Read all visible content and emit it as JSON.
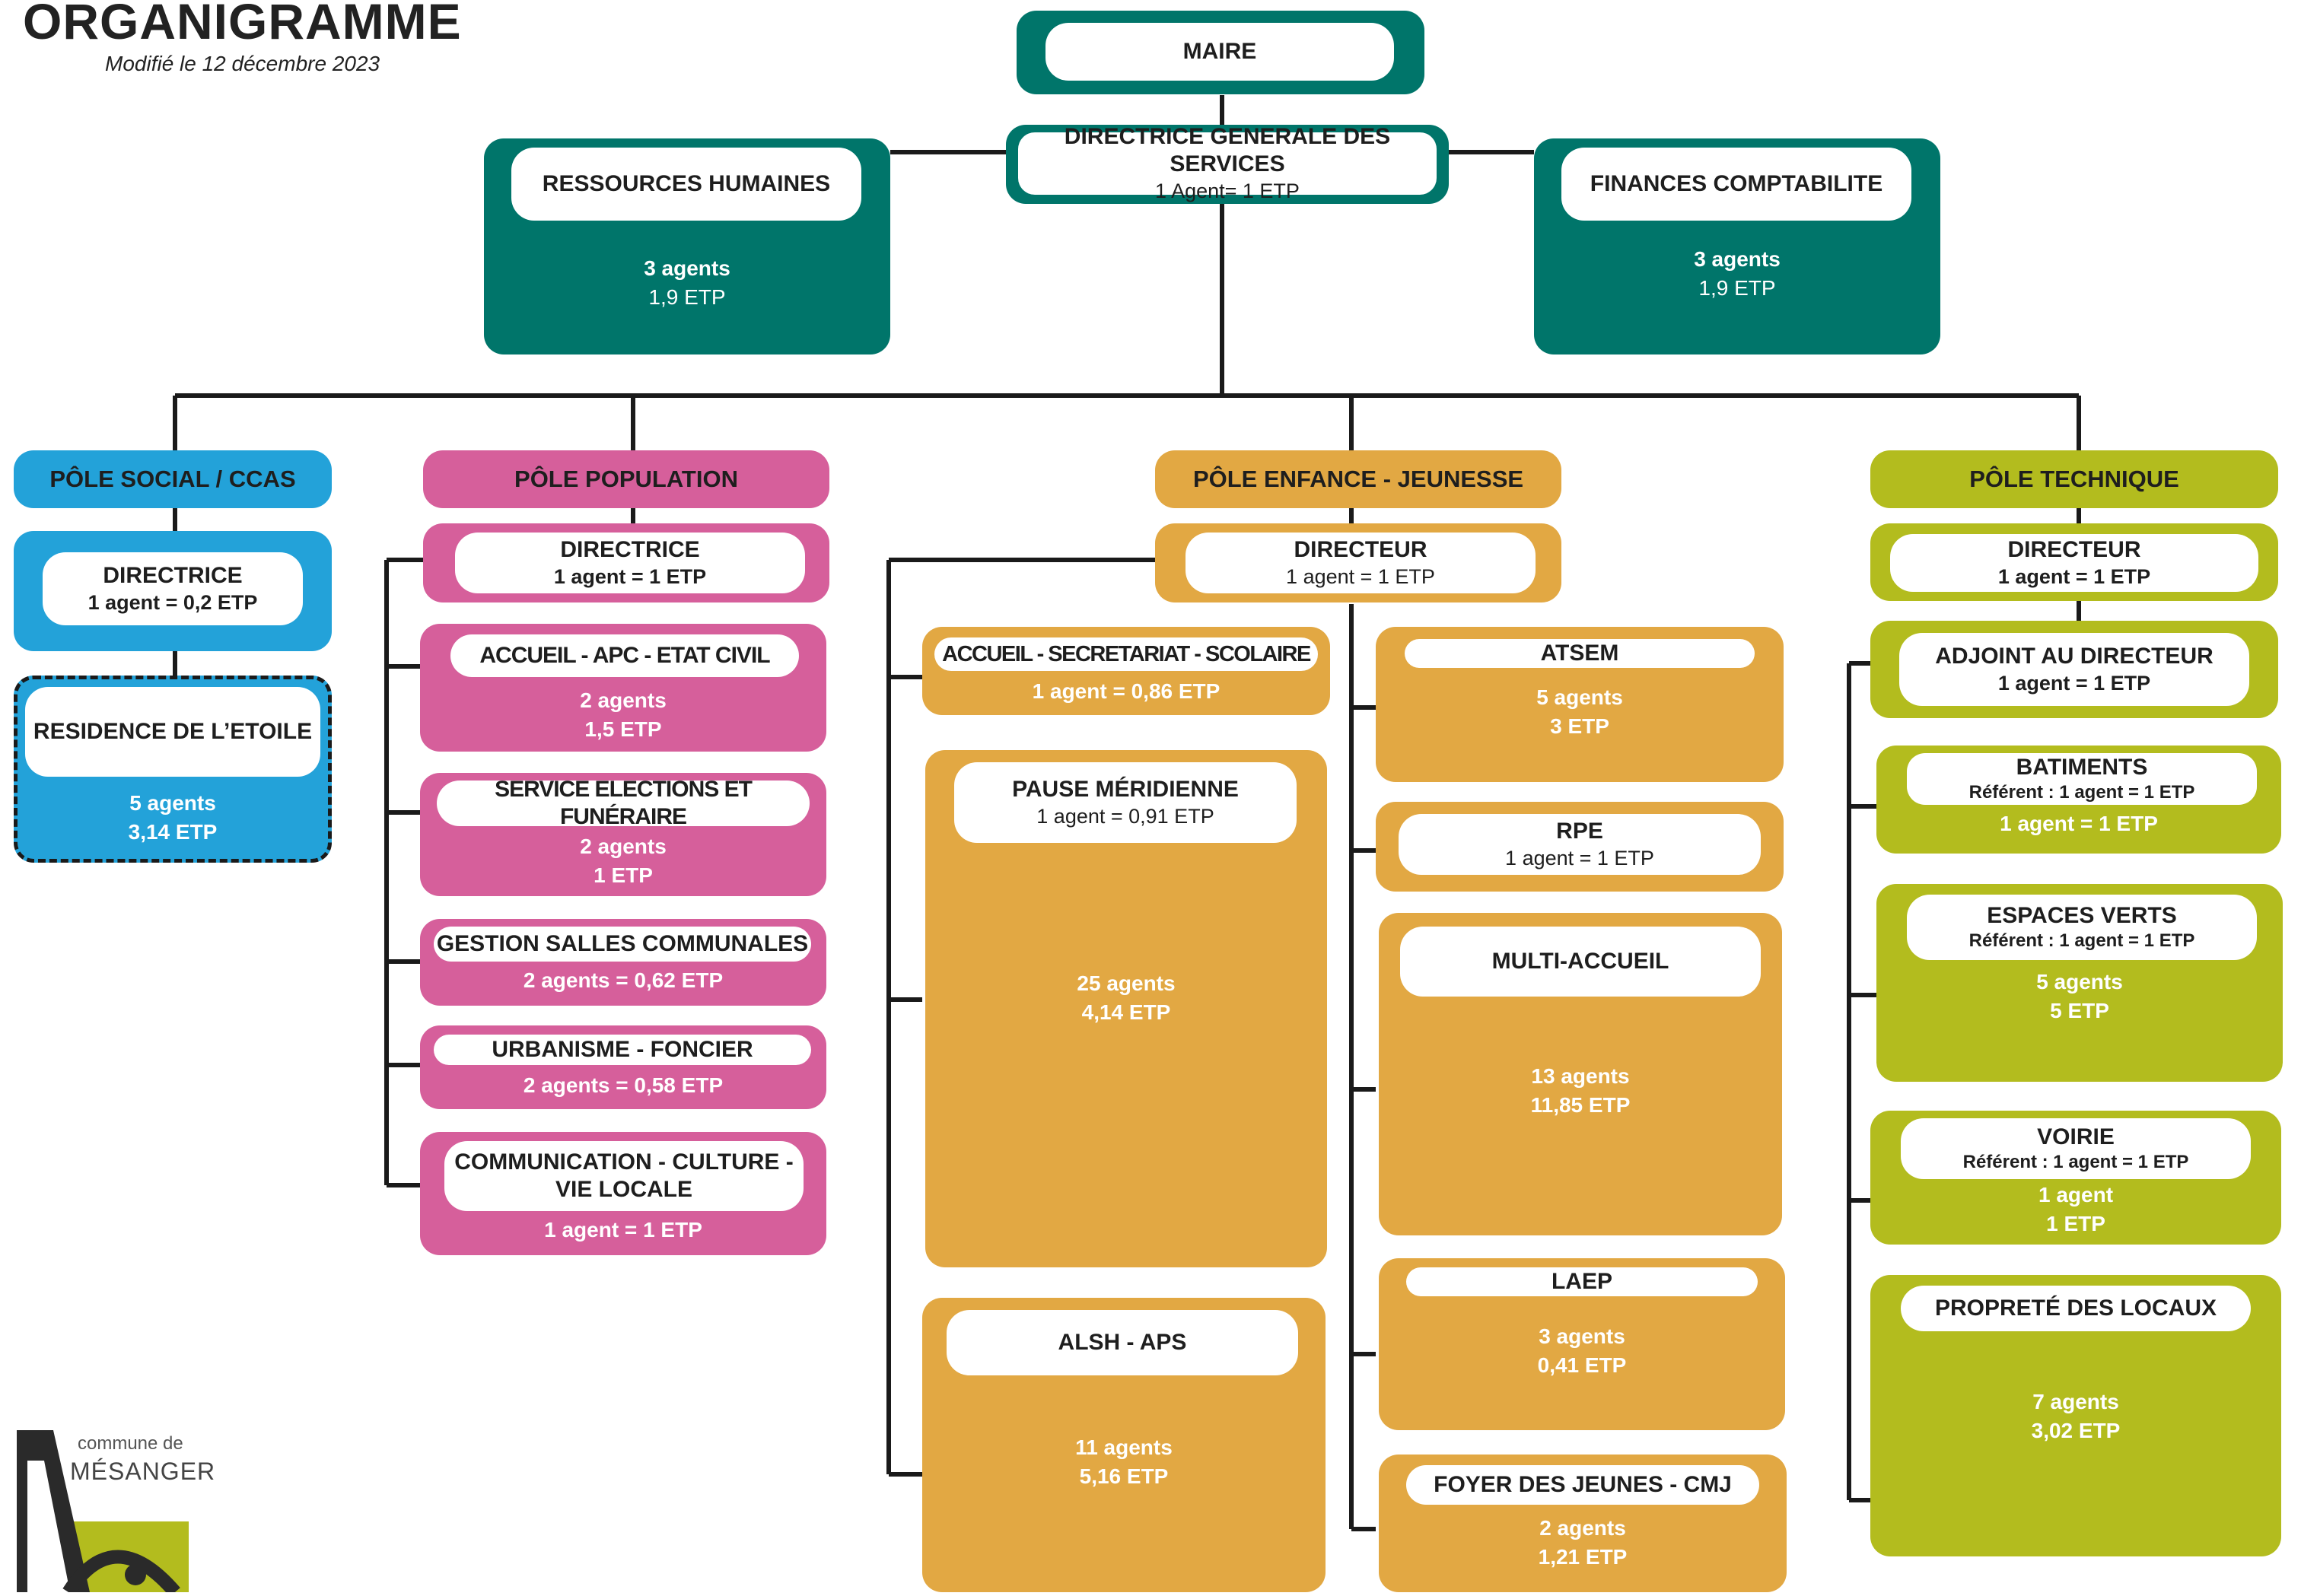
{
  "title": "ORGANIGRAMME",
  "subtitle": "Modifié le 12 décembre 2023",
  "colors": {
    "teal": "#00756a",
    "social": "#23a2d9",
    "population": "#d65f9b",
    "enfance": "#e2a843",
    "technique": "#b3bc1e"
  },
  "top": {
    "maire": "MAIRE",
    "dgs": {
      "title": "DIRECTRICE GENERALE DES SERVICES",
      "detail": "1 Agent= 1 ETP"
    },
    "rh": {
      "title": "RESSOURCES HUMAINES",
      "agents": "3 agents",
      "etp": "1,9 ETP"
    },
    "finances": {
      "title": "FINANCES COMPTABILITE",
      "agents": "3 agents",
      "etp": "1,9 ETP"
    }
  },
  "social": {
    "header": "PÔLE SOCIAL / CCAS",
    "directrice": {
      "title": "DIRECTRICE",
      "detail": "1 agent = 0,2 ETP"
    },
    "residence": {
      "title": "RESIDENCE DE L’ETOILE",
      "agents": "5 agents",
      "etp": "3,14 ETP"
    }
  },
  "population": {
    "header": "PÔLE POPULATION",
    "directrice": {
      "title": "DIRECTRICE",
      "detail": "1 agent = 1 ETP"
    },
    "units": [
      {
        "title": "ACCUEIL - APC - ETAT CIVIL",
        "agents": "2 agents",
        "etp": "1,5 ETP"
      },
      {
        "title": "SERVICE ELECTIONS ET FUNÉRAIRE",
        "agents": "2 agents",
        "etp": "1 ETP"
      },
      {
        "title": "GESTION SALLES COMMUNALES",
        "agents": "2 agents = 0,62 ETP"
      },
      {
        "title": "URBANISME - FONCIER",
        "agents": "2 agents = 0,58 ETP"
      },
      {
        "title": "COMMUNICATION - CULTURE - VIE LOCALE",
        "agents": "1 agent = 1 ETP"
      }
    ]
  },
  "enfance": {
    "header": "PÔLE ENFANCE - JEUNESSE",
    "directeur": {
      "title": "DIRECTEUR",
      "detail": "1 agent = 1 ETP"
    },
    "left": [
      {
        "title": "ACCUEIL - SECRETARIAT - SCOLAIRE",
        "agents": "1 agent = 0,86 ETP"
      },
      {
        "title": "PAUSE MÉRIDIENNE",
        "detail": "1 agent = 0,91 ETP",
        "agents": "25 agents",
        "etp": "4,14 ETP"
      },
      {
        "title": "ALSH - APS",
        "agents": "11 agents",
        "etp": "5,16 ETP"
      }
    ],
    "right": [
      {
        "title": "ATSEM",
        "agents": "5 agents",
        "etp": "3 ETP"
      },
      {
        "title": "RPE",
        "detail": "1 agent = 1 ETP"
      },
      {
        "title": "MULTI-ACCUEIL",
        "agents": "13 agents",
        "etp": "11,85 ETP"
      },
      {
        "title": "LAEP",
        "agents": "3 agents",
        "etp": "0,41 ETP"
      },
      {
        "title": "FOYER DES JEUNES - CMJ",
        "agents": "2 agents",
        "etp": "1,21 ETP"
      }
    ]
  },
  "technique": {
    "header": "PÔLE TECHNIQUE",
    "directeur": {
      "title": "DIRECTEUR",
      "detail": "1 agent = 1 ETP"
    },
    "adjoint": {
      "title": "ADJOINT AU DIRECTEUR",
      "detail": "1 agent = 1 ETP"
    },
    "units": [
      {
        "title": "BATIMENTS",
        "ref": "Référent : 1 agent = 1 ETP",
        "agents": "1 agent = 1 ETP"
      },
      {
        "title": "ESPACES VERTS",
        "ref": "Référent : 1 agent = 1 ETP",
        "agents": "5 agents",
        "etp": "5 ETP"
      },
      {
        "title": "VOIRIE",
        "ref": "Référent : 1 agent = 1 ETP",
        "agents": "1 agent",
        "etp": "1 ETP"
      },
      {
        "title": "PROPRETÉ DES LOCAUX",
        "agents": "7 agents",
        "etp": "3,02 ETP"
      }
    ]
  },
  "logo": {
    "line1": "commune de",
    "line2": "MÉSANGER"
  }
}
